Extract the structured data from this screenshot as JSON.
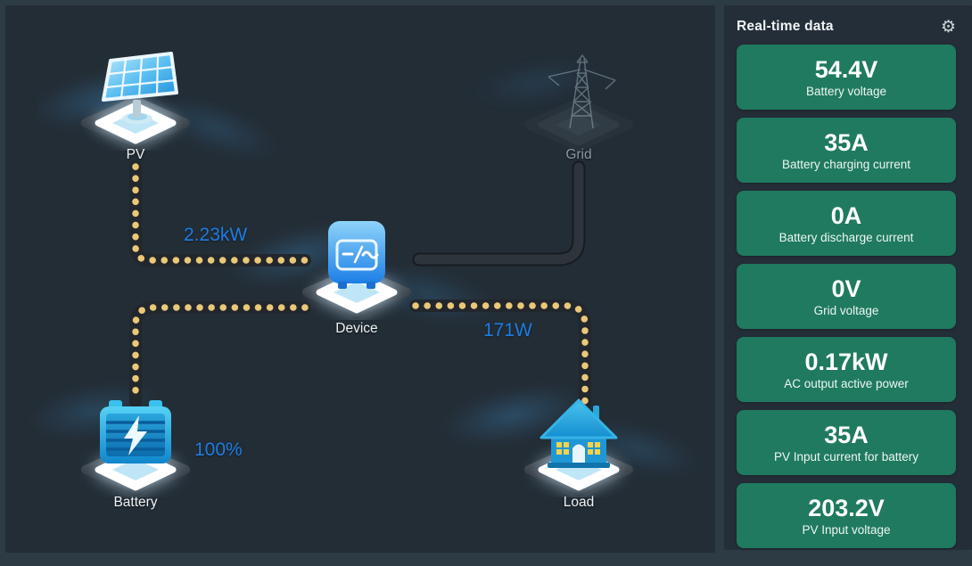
{
  "diagram": {
    "nodes": {
      "pv": {
        "label": "PV"
      },
      "grid": {
        "label": "Grid"
      },
      "device": {
        "label": "Device"
      },
      "battery": {
        "label": "Battery"
      },
      "load": {
        "label": "Load"
      }
    },
    "flow_values": {
      "pv_to_device": "2.23kW",
      "device_to_load": "171W",
      "battery_soc": "100%"
    }
  },
  "side_panel": {
    "title": "Real-time data",
    "cards": [
      {
        "value": "54.4V",
        "label": "Battery voltage"
      },
      {
        "value": "35A",
        "label": "Battery charging current"
      },
      {
        "value": "0A",
        "label": "Battery discharge current"
      },
      {
        "value": "0V",
        "label": "Grid voltage"
      },
      {
        "value": "0.17kW",
        "label": "AC output active power"
      },
      {
        "value": "35A",
        "label": "PV Input current for battery"
      },
      {
        "value": "203.2V",
        "label": "PV Input voltage"
      }
    ]
  },
  "icons": {
    "settings": "⚙"
  },
  "colors": {
    "accent_blue": "#1e7ce2",
    "card_green": "#1f7a60",
    "flow_dot_gold": "#e9c878",
    "panel_bg": "#232d36",
    "page_bg": "#2c3b44"
  }
}
